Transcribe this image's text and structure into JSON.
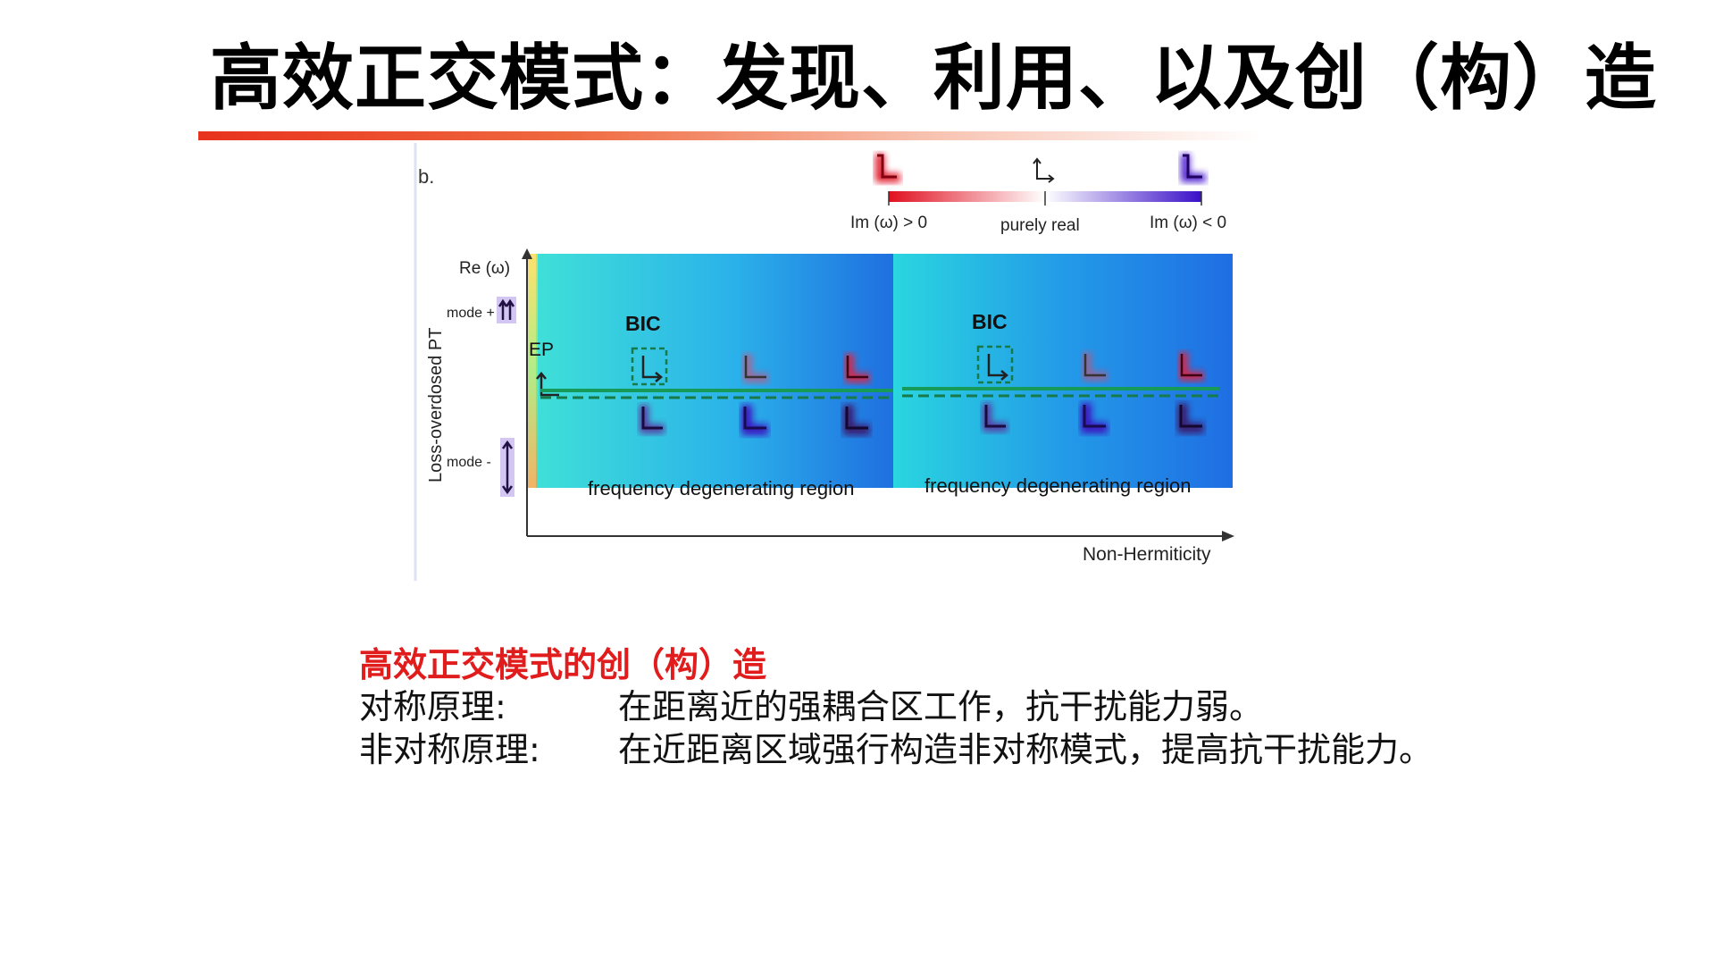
{
  "slide": {
    "title": "高效正交模式：发现、利用、以及创（构）造"
  },
  "figure": {
    "panel_label": "b.",
    "colorbar": {
      "left_label": "Im (ω) > 0",
      "center_label": "purely real",
      "right_label": "Im (ω) < 0",
      "left_color": "#e01020",
      "right_color": "#3a10c8"
    },
    "y_axis_title": "Loss-overdosed PT",
    "y_axis_label": "Re (ω)",
    "x_axis_label": "Non-Hermiticity",
    "mode_plus": "mode +",
    "mode_minus": "mode -",
    "ep_label": "EP",
    "bic_label_left": "BIC",
    "bic_label_right": "BIC",
    "region_label_left": "frequency degenerating region",
    "region_label_right": "frequency degenerating region"
  },
  "text": {
    "heading": "高效正交模式的创（构）造",
    "rows": [
      {
        "label": "对称原理:",
        "desc": "在距离近的强耦合区工作，抗干扰能力弱。"
      },
      {
        "label": "非对称原理:",
        "desc": "在近距离区域强行构造非对称模式，提高抗干扰能力。"
      }
    ]
  }
}
